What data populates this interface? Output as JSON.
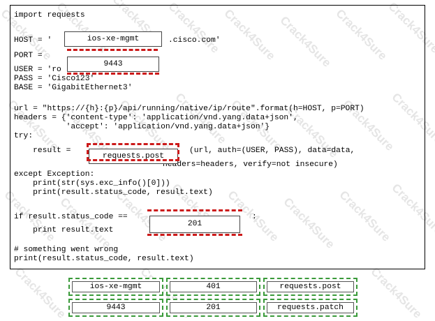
{
  "code": {
    "import_line": "import requests",
    "host_prefix": "HOST = '",
    "host_suffix": ".cisco.com'",
    "port_line": "PORT =",
    "user_prefix": "USER = 'ro",
    "pass_line": "PASS = 'Cisco123'",
    "base_line": "BASE = 'GigabitEthernet3'",
    "url_line": "url = \"https://{h}:{p}/api/running/native/ip/route\".format(h=HOST, p=PORT)",
    "headers_line1": "headers = {'content-type': 'application/vnd.yang.data+json',",
    "headers_line2": "           'accept': 'application/vnd.yang.data+json'}",
    "try_line": "try:",
    "result_prefix": "    result =",
    "result_suffix": "(url, auth=(USER, PASS), data=data,",
    "result_cont": "headers=headers, verify=not insecure)",
    "except_line": "except Exception:",
    "print1_line": "    print(str(sys.exc_info()[0]))",
    "print2_line": "    print(result.status_code, result.text)",
    "if_prefix": "if result.status_code ==",
    "if_suffix": ":",
    "print_text_line": "    print result.text",
    "comment_line": "# something went wrong",
    "final_print_line": "print(result.status_code, result.text)"
  },
  "slots": {
    "host": "ios-xe-mgmt",
    "port": "9443",
    "method": "requests.post",
    "status": "201"
  },
  "answers": {
    "row1": [
      "ios-xe-mgmt",
      "401",
      "requests.post"
    ],
    "row2": [
      "9443",
      "201",
      "requests.patch"
    ]
  },
  "watermark": "Crack4Sure"
}
